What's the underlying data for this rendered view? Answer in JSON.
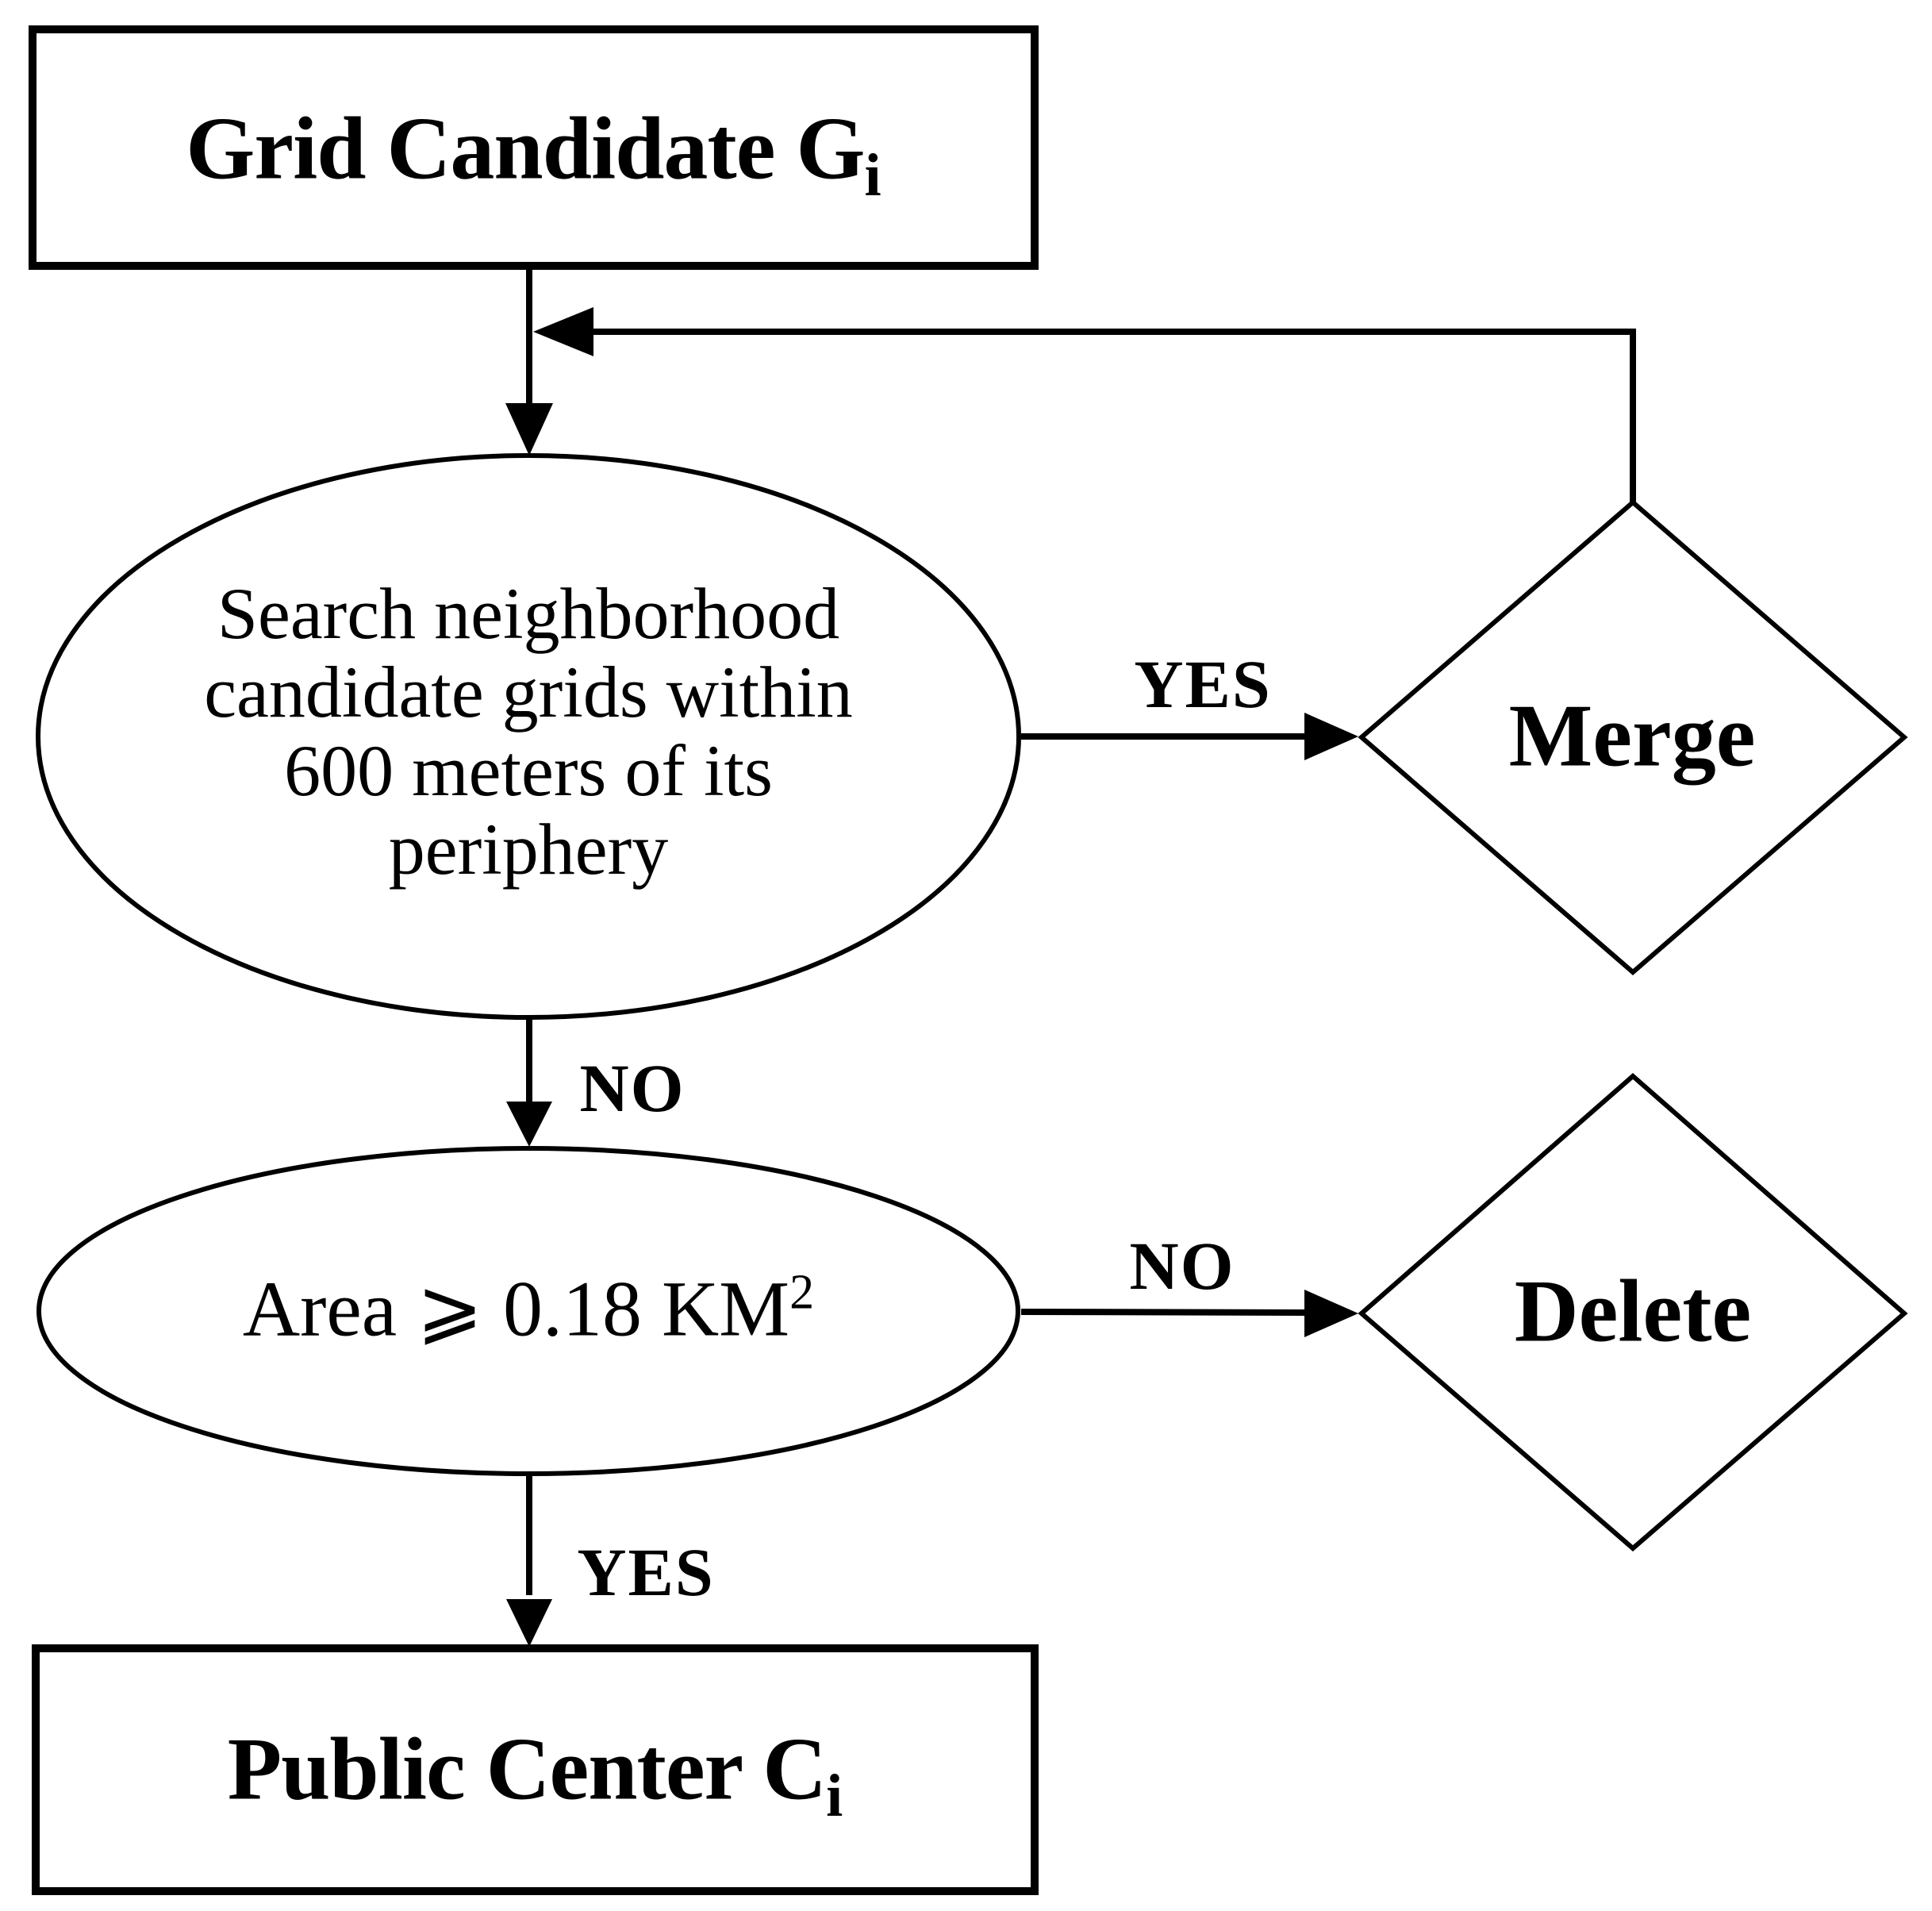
{
  "diagram": {
    "type": "flowchart",
    "background_color": "#ffffff",
    "stroke_color": "#000000",
    "text_color": "#000000"
  },
  "nodes": {
    "grid_candidate": {
      "shape": "rectangle",
      "label_main": "Grid Candidate G",
      "label_sub": "i"
    },
    "search": {
      "shape": "ellipse",
      "lines": [
        "Search neighborhood",
        "candidate grids within",
        "600 meters of its",
        "periphery"
      ]
    },
    "merge": {
      "shape": "diamond",
      "label": "Merge"
    },
    "area": {
      "shape": "ellipse",
      "label_main": "Area ⩾ 0.18 KM",
      "label_sup": "2"
    },
    "delete": {
      "shape": "diamond",
      "label": "Delete"
    },
    "public_center": {
      "shape": "rectangle",
      "label_main": "Public Center C",
      "label_sub": "i"
    }
  },
  "edges": [
    {
      "from": "grid_candidate",
      "to": "search",
      "label": ""
    },
    {
      "from": "search",
      "to": "merge",
      "label": "YES"
    },
    {
      "from": "merge",
      "to": "search",
      "label": ""
    },
    {
      "from": "search",
      "to": "area",
      "label": "NO"
    },
    {
      "from": "area",
      "to": "delete",
      "label": "NO"
    },
    {
      "from": "area",
      "to": "public_center",
      "label": "YES"
    }
  ]
}
